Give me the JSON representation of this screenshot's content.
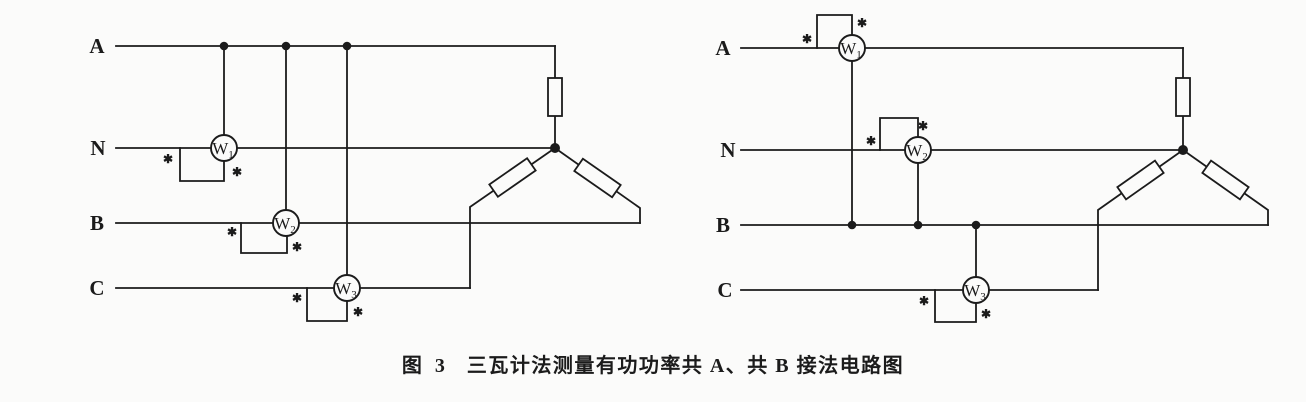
{
  "caption": {
    "figure_label": "图 3",
    "text": "三瓦计法测量有功功率共 A、共 B 接法电路图"
  },
  "symbols": {
    "polarity_mark": "✱"
  },
  "left_circuit": {
    "connection_common_line": "A",
    "phase_labels": [
      "A",
      "N",
      "B",
      "C"
    ],
    "wattmeters": [
      {
        "base": "W",
        "sub": "1"
      },
      {
        "base": "W",
        "sub": "2"
      },
      {
        "base": "W",
        "sub": "3"
      }
    ]
  },
  "right_circuit": {
    "connection_common_line": "B",
    "phase_labels": [
      "A",
      "N",
      "B",
      "C"
    ],
    "wattmeters": [
      {
        "base": "W",
        "sub": "1"
      },
      {
        "base": "W",
        "sub": "2"
      },
      {
        "base": "W",
        "sub": "3"
      }
    ]
  },
  "colors": {
    "ink": "#1b1b1b",
    "paper": "#fbfbfa"
  }
}
